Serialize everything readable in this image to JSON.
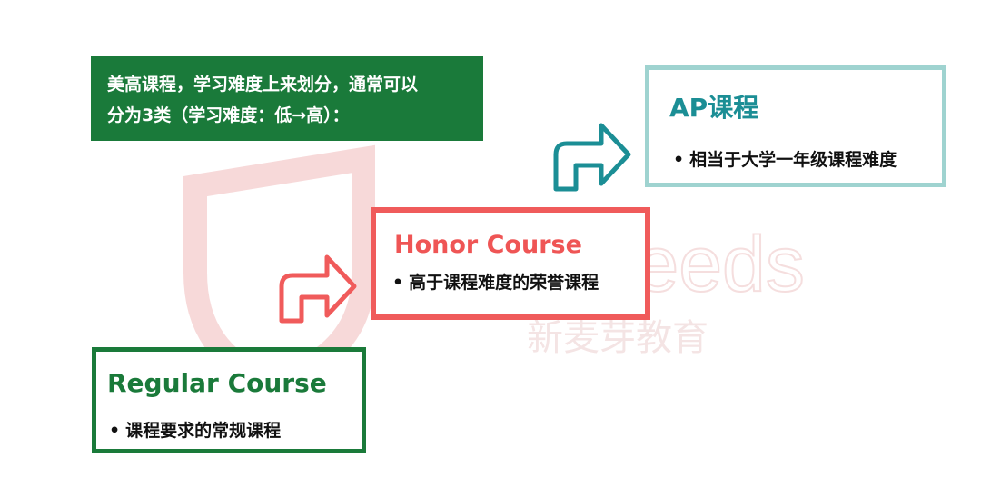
{
  "intro": {
    "line1": "美高课程，学习难度上来划分，通常可以",
    "line2": "分为3类（学习难度：低→高）："
  },
  "ap": {
    "title": "AP课程",
    "bullet": "相当于大学一年级课程难度"
  },
  "honor": {
    "title": "Honor Course",
    "bullet": "高于课程难度的荣誉课程"
  },
  "regular": {
    "title": "Regular Course",
    "bullet": "课程要求的常规课程"
  },
  "watermark": {
    "brand_latin": "NewSeeds",
    "brand_cn": "新麦芽教育"
  },
  "colors": {
    "green": "#1a7a3a",
    "teal": "#1b8e95",
    "teal_border": "#9fd3d0",
    "red": "#f05b5b"
  }
}
